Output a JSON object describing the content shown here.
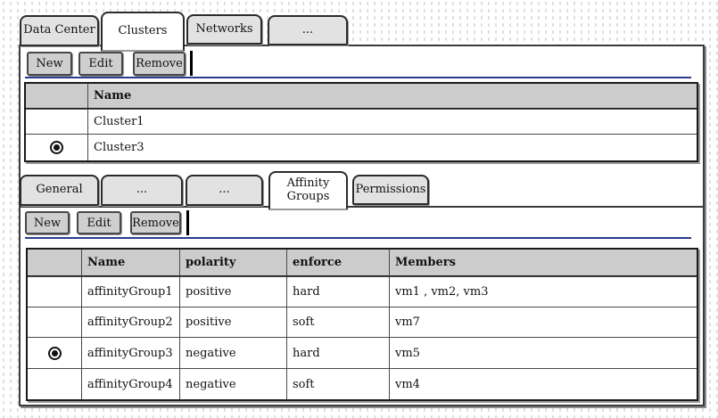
{
  "colors": {
    "accent_line": "#2b3a8c",
    "tab_fill": "#e2e2e2",
    "active_tab_fill": "#ffffff",
    "button_fill": "#cfcfcf",
    "table_header_fill": "#cccccc"
  },
  "main_tabs": {
    "items": [
      {
        "label": "Data Center",
        "active": false
      },
      {
        "label": "Clusters",
        "active": true
      },
      {
        "label": "Networks",
        "active": false
      },
      {
        "label": "...",
        "active": false
      }
    ]
  },
  "clusters_section": {
    "toolbar": {
      "new_label": "New",
      "edit_label": "Edit",
      "remove_label": "Remove"
    },
    "table": {
      "columns": {
        "select": "",
        "name": "Name"
      },
      "rows": [
        {
          "selected": false,
          "name": "Cluster1"
        },
        {
          "selected": true,
          "name": "Cluster3"
        }
      ]
    }
  },
  "detail_tabs": {
    "items": [
      {
        "label": "General",
        "active": false
      },
      {
        "label": "...",
        "active": false
      },
      {
        "label": "...",
        "active": false
      },
      {
        "label": "Affinity Groups",
        "active": true
      },
      {
        "label": "Permissions",
        "active": false
      }
    ]
  },
  "affinity_section": {
    "toolbar": {
      "new_label": "New",
      "edit_label": "Edit",
      "remove_label": "Remove"
    },
    "table": {
      "columns": {
        "select": "",
        "name": "Name",
        "polarity": "polarity",
        "enforce": "enforce",
        "members": "Members"
      },
      "rows": [
        {
          "selected": false,
          "name": "affinityGroup1",
          "polarity": "positive",
          "enforce": "hard",
          "members": "vm1 , vm2, vm3"
        },
        {
          "selected": false,
          "name": "affinityGroup2",
          "polarity": "positive",
          "enforce": "soft",
          "members": "vm7"
        },
        {
          "selected": true,
          "name": "affinityGroup3",
          "polarity": "negative",
          "enforce": "hard",
          "members": "vm5"
        },
        {
          "selected": false,
          "name": "affinityGroup4",
          "polarity": "negative",
          "enforce": "soft",
          "members": "vm4"
        }
      ]
    }
  }
}
